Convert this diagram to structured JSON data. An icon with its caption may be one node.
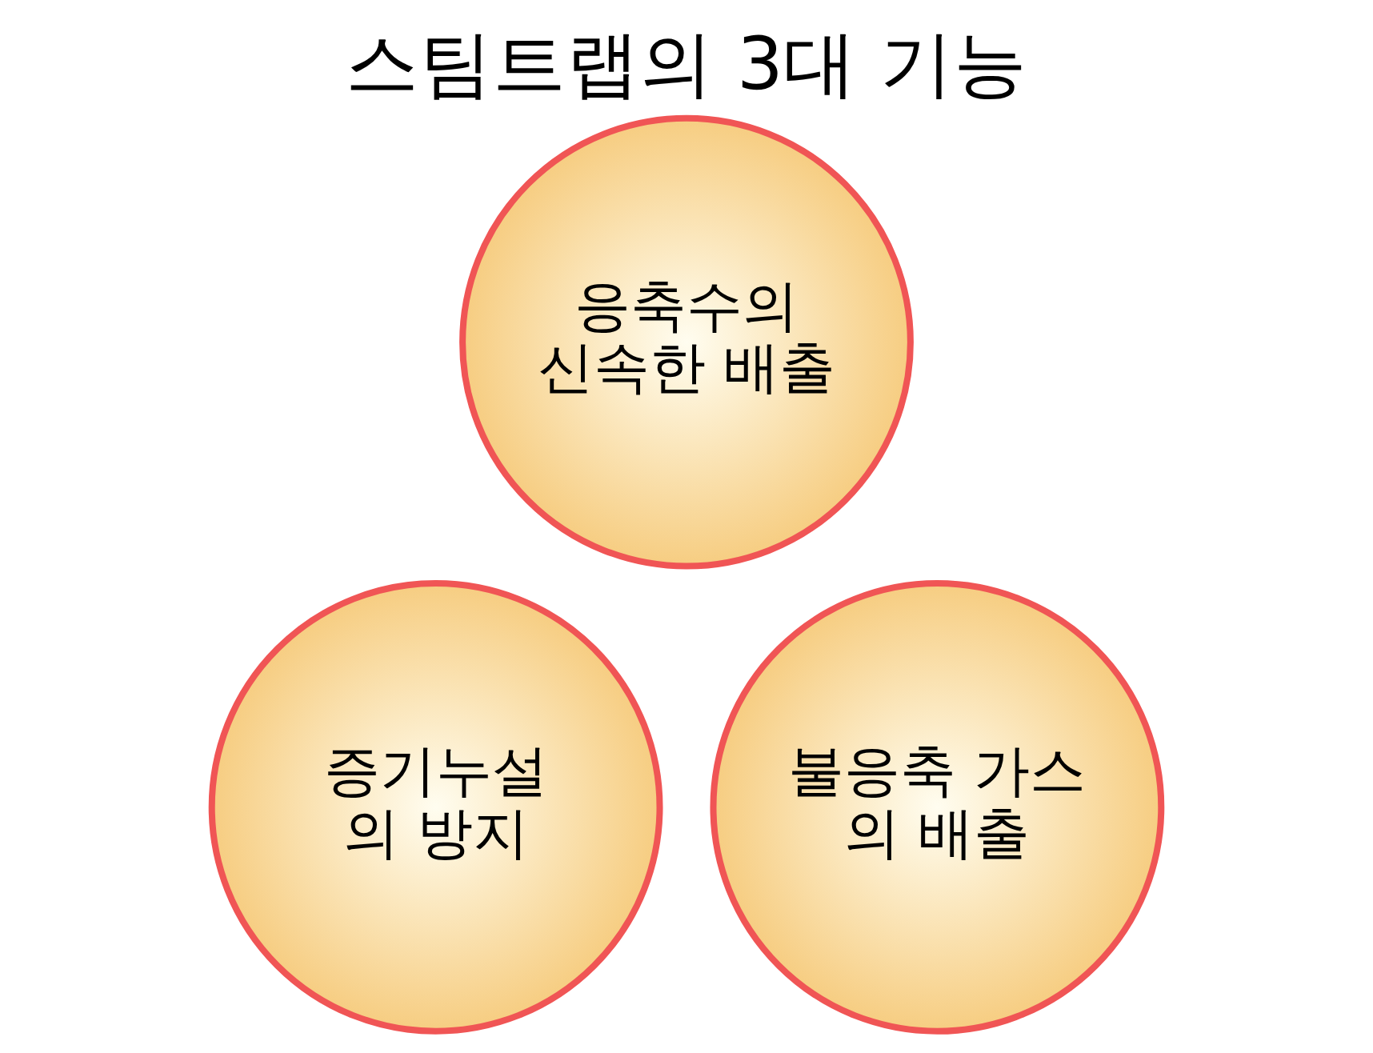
{
  "diagram": {
    "title": "스팀트랩의 3대 기능",
    "nodes": [
      {
        "text": [
          "응축수의 신속한 배출"
        ]
      },
      {
        "text": [
          "증기누설 의 방지"
        ]
      },
      {
        "text": [
          "불응축 가스 의 배출"
        ]
      }
    ]
  }
}
